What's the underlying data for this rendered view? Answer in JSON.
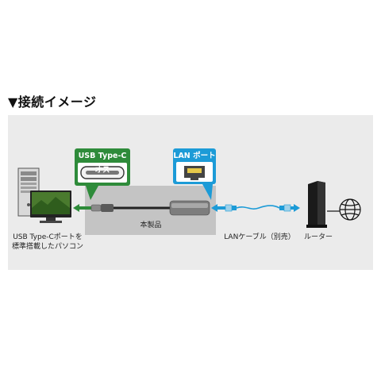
{
  "heading": "▼接続イメージ",
  "callouts": {
    "usb": "USB Type-C オス",
    "lan": "LAN ポート"
  },
  "labels": {
    "pc_line1": "USB Type-Cポートを",
    "pc_line2": "標準搭載したパソコン",
    "product": "本製品",
    "cable": "LANケーブル（別売）",
    "router": "ルーター"
  },
  "colors": {
    "usb_callout": "#2e8b3a",
    "lan_callout": "#1c9bd7",
    "cable": "#1c9bd7",
    "panel": "#ebebeb",
    "product_box": "#c4c4c4"
  }
}
